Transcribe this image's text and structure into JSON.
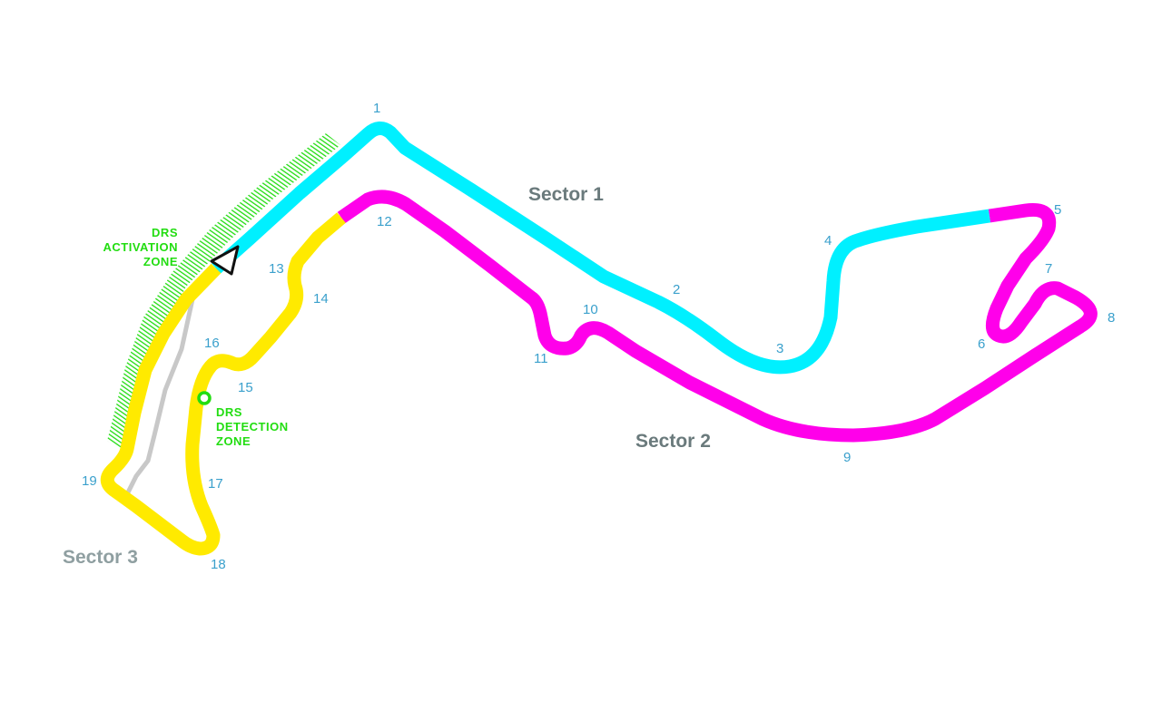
{
  "colors": {
    "sector1": "#00f0ff",
    "sector2": "#ff00ea",
    "sector3": "#ffea00",
    "pitlane": "#c8c8c8",
    "drs": "#22dd11",
    "turn_label": "#3aa0cc",
    "sector_label_1_2": "#6a7a7c",
    "sector_label_3": "#8f9fa1"
  },
  "sectors": [
    {
      "id": "sector-1",
      "label": "Sector 1"
    },
    {
      "id": "sector-2",
      "label": "Sector 2"
    },
    {
      "id": "sector-3",
      "label": "Sector 3"
    }
  ],
  "turns": [
    "1",
    "2",
    "3",
    "4",
    "5",
    "6",
    "7",
    "8",
    "9",
    "10",
    "11",
    "12",
    "13",
    "14",
    "15",
    "16",
    "17",
    "18",
    "19"
  ],
  "drs": {
    "activation": {
      "line1": "DRS",
      "line2": "ACTIVATION",
      "line3": "ZONE"
    },
    "detection": {
      "line1": "DRS",
      "line2": "DETECTION",
      "line3": "ZONE"
    }
  },
  "icons": {
    "direction": "direction-arrow-icon",
    "detection_point": "drs-detection-point-icon"
  }
}
